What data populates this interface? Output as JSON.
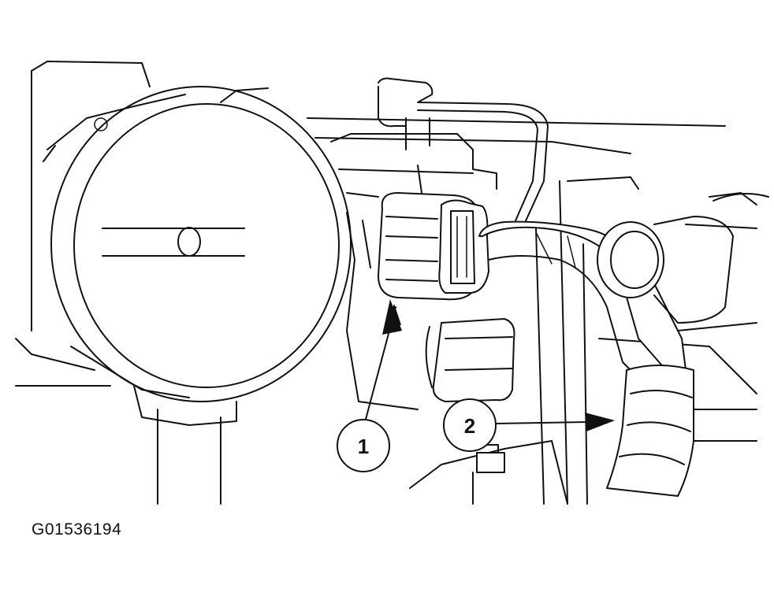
{
  "figure_id": "G01536194",
  "callouts": [
    {
      "label": "1",
      "meaning": "connector"
    },
    {
      "label": "2",
      "meaning": "wiring-harness"
    }
  ]
}
